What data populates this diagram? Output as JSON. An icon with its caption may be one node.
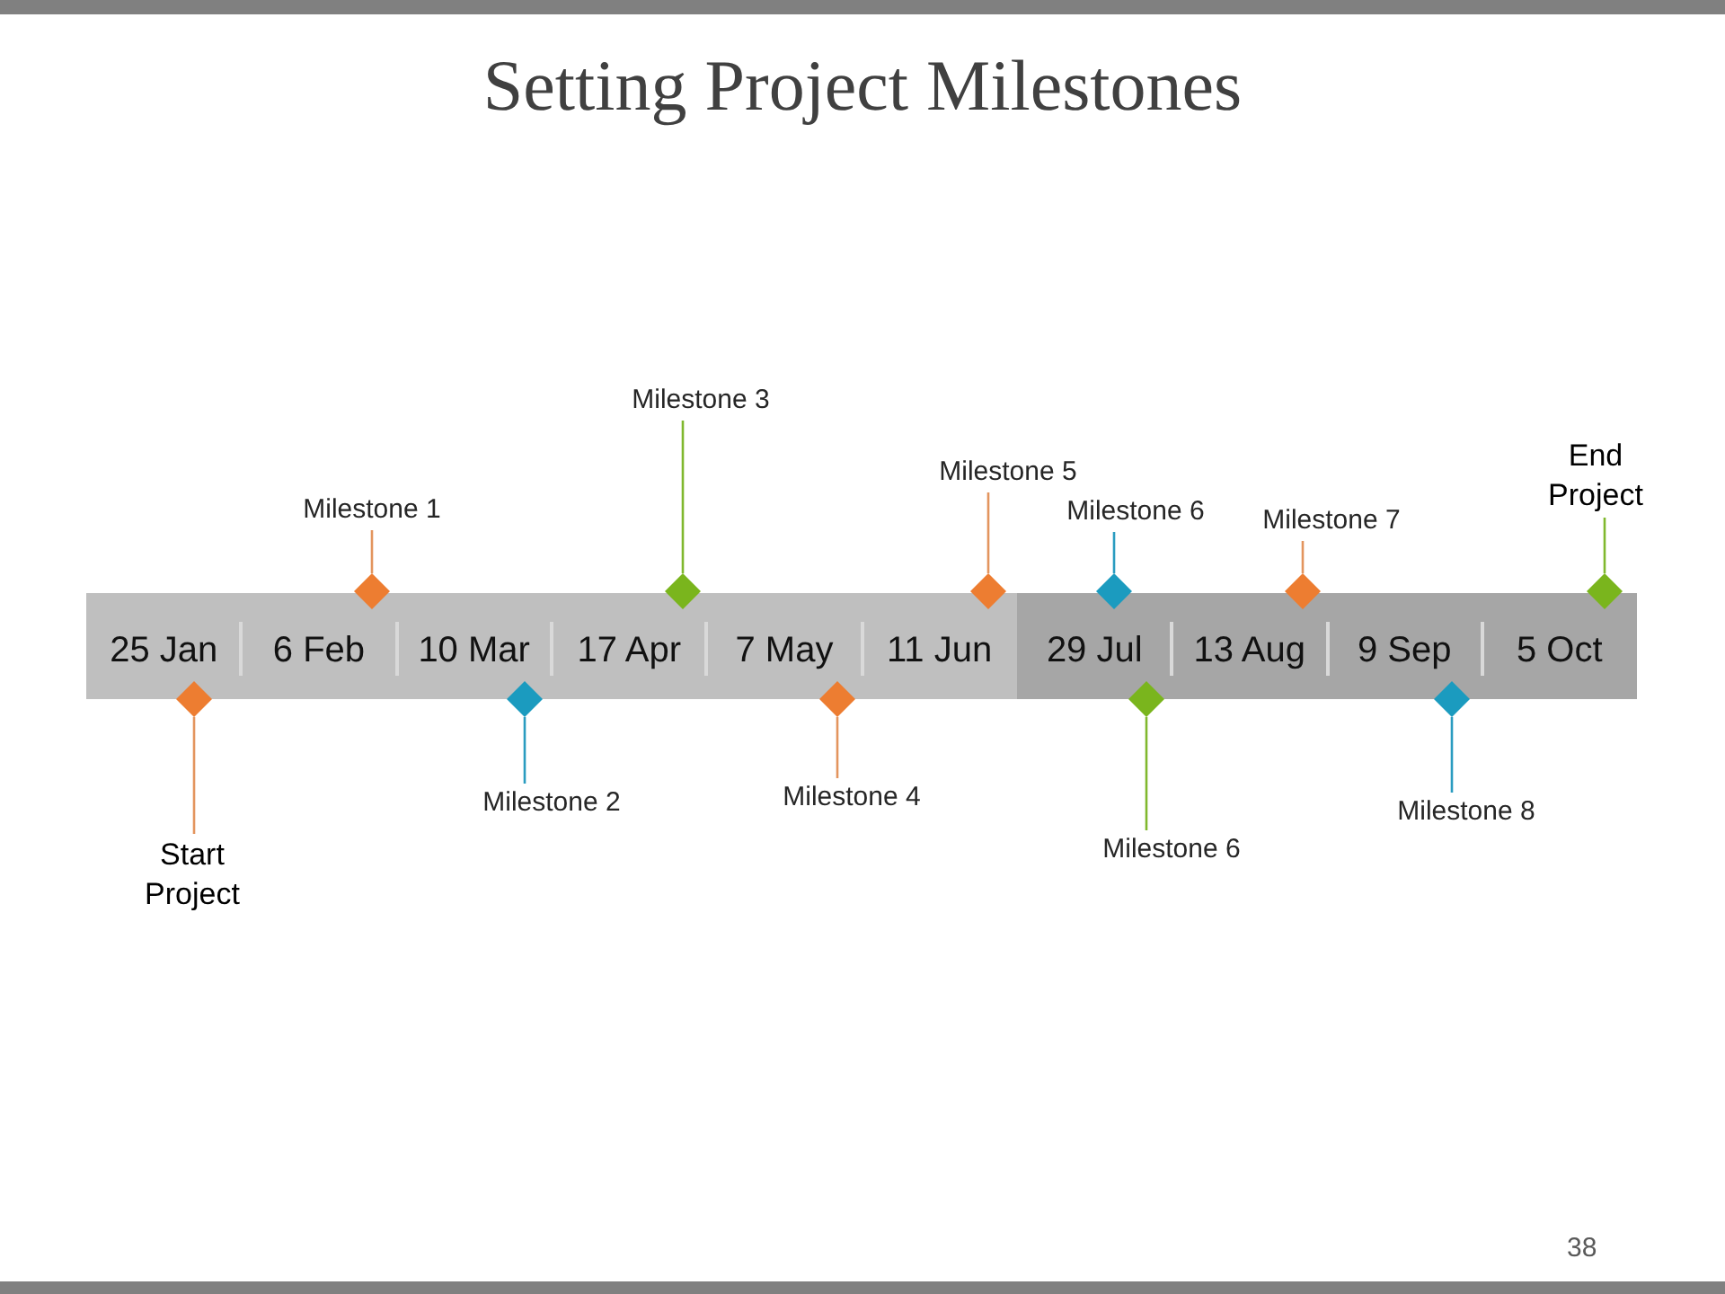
{
  "diagram": {
    "title": "Setting Project Milestones",
    "nodes": [
      {
        "text": [
          "25 Jan",
          "6 Feb",
          "10 Mar",
          "17 Apr",
          "7 May",
          "11 Jun"
        ]
      },
      {
        "text": [
          "29 Jul",
          "13 Aug",
          "9 Sep",
          "5 Oct"
        ]
      },
      {
        "text": [
          "Start Project"
        ]
      },
      {
        "text": [],
        "shape": "diamond"
      },
      {
        "text": [
          "Milestone 1"
        ]
      },
      {
        "text": [],
        "shape": "diamond"
      },
      {
        "text": [
          "Milestone 2"
        ]
      },
      {
        "text": [],
        "shape": "diamond"
      },
      {
        "text": [
          "Milestone 3"
        ]
      },
      {
        "text": [],
        "shape": "diamond"
      },
      {
        "text": [
          "Milestone 4"
        ]
      },
      {
        "text": [],
        "shape": "diamond"
      },
      {
        "text": [
          "Milestone 5"
        ]
      },
      {
        "text": [],
        "shape": "diamond"
      },
      {
        "text": [
          "Milestone 6"
        ]
      },
      {
        "text": [],
        "shape": "diamond"
      },
      {
        "text": [
          "Milestone 6"
        ]
      },
      {
        "text": [],
        "shape": "diamond"
      },
      {
        "text": [
          "Milestone 7"
        ]
      },
      {
        "text": [],
        "shape": "diamond"
      },
      {
        "text": [
          "Milestone 8"
        ]
      },
      {
        "text": [],
        "shape": "diamond"
      },
      {
        "text": [
          "End Project"
        ]
      },
      {
        "text": [],
        "shape": "diamond"
      }
    ],
    "edges": [
      {
        "from": 2,
        "to": 3,
        "arrow": "none"
      },
      {
        "from": 4,
        "to": 5,
        "arrow": "none"
      },
      {
        "from": 6,
        "to": 7,
        "arrow": "none",
        "color": "#2a9cc0"
      },
      {
        "from": 8,
        "to": 9,
        "arrow": "none",
        "color": "#80b82e"
      },
      {
        "from": 10,
        "to": 11,
        "arrow": "none"
      },
      {
        "from": 12,
        "to": 13,
        "arrow": "none"
      },
      {
        "from": 14,
        "to": 15,
        "arrow": "none",
        "color": "#2a9cc0"
      },
      {
        "from": 16,
        "to": 17,
        "arrow": "none",
        "color": "#80b82e"
      },
      {
        "from": 18,
        "to": 19,
        "arrow": "none"
      },
      {
        "from": 20,
        "to": 21,
        "arrow": "none",
        "color": "#2a9cc0"
      },
      {
        "from": 22,
        "to": 23,
        "arrow": "none",
        "color": "#80b82e"
      }
    ],
    "labels": [
      "38"
    ]
  }
}
